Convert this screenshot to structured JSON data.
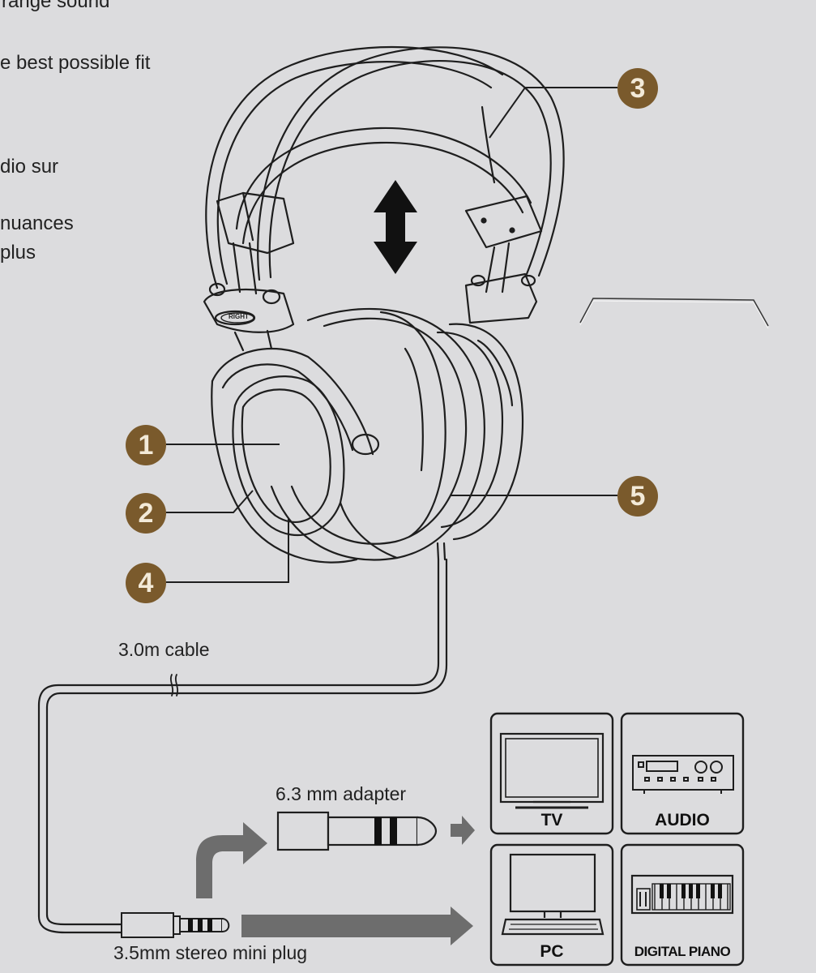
{
  "intro_fragments": [
    "range sound",
    "e best possible fit",
    "dio sur",
    "nuances",
    "plus"
  ],
  "callouts": [
    {
      "number": "1",
      "color": "#7a5a2c"
    },
    {
      "number": "2",
      "color": "#7a5a2c"
    },
    {
      "number": "3",
      "color": "#7a5a2c"
    },
    {
      "number": "4",
      "color": "#7a5a2c"
    },
    {
      "number": "5",
      "color": "#7a5a2c"
    }
  ],
  "earcup_label": "RIGHT",
  "cable_label": "3.0m cable",
  "adapter_label": "6.3 mm adapter",
  "plug_label": "3.5mm stereo mini plug",
  "devices": [
    {
      "label": "TV",
      "icon": "tv-icon"
    },
    {
      "label": "AUDIO",
      "icon": "audio-receiver-icon"
    },
    {
      "label": "PC",
      "icon": "pc-icon"
    },
    {
      "label": "DIGITAL PIANO",
      "icon": "piano-keyboard-icon"
    }
  ],
  "colors": {
    "background": "#dcdcde",
    "badge": "#7a5a2c",
    "line": "#1e1e1e"
  }
}
